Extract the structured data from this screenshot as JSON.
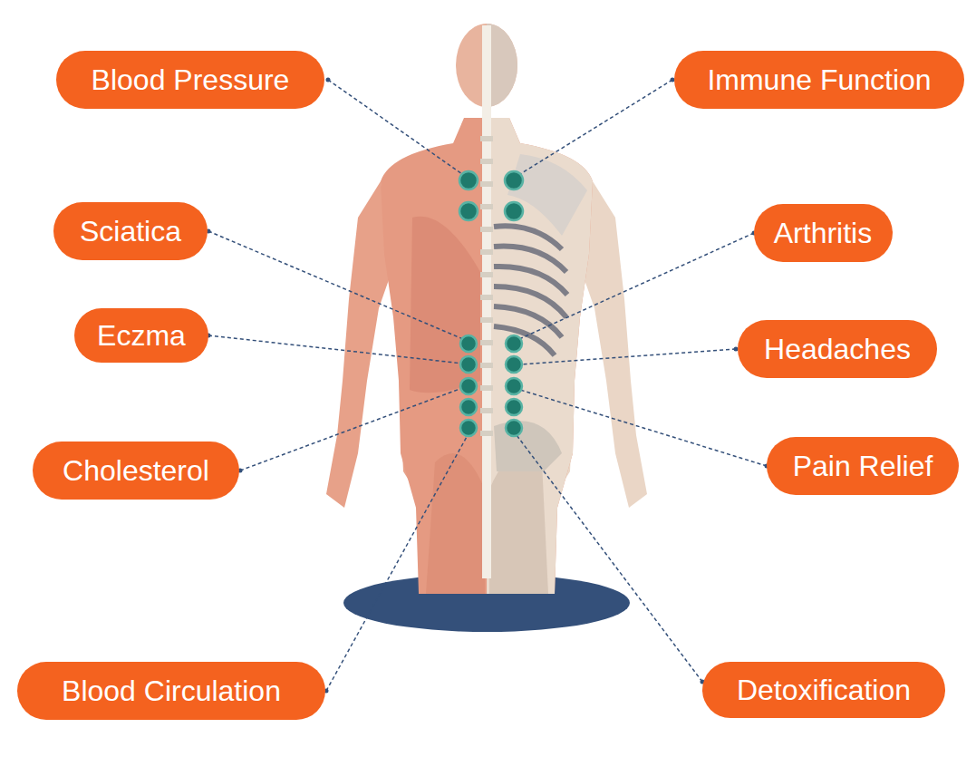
{
  "diagram": {
    "nodes": [
      {
        "text": [
          "Blood Pressure"
        ]
      },
      {
        "text": [
          "Immune Function"
        ]
      },
      {
        "text": [
          "Sciatica"
        ]
      },
      {
        "text": [
          "Arthritis"
        ]
      },
      {
        "text": [
          "Eczma"
        ]
      },
      {
        "text": [
          "Headaches"
        ]
      },
      {
        "text": [
          "Cholesterol"
        ]
      },
      {
        "text": [
          "Pain Relief"
        ]
      },
      {
        "text": [
          "Blood Circulation"
        ]
      },
      {
        "text": [
          "Detoxification"
        ]
      }
    ]
  }
}
